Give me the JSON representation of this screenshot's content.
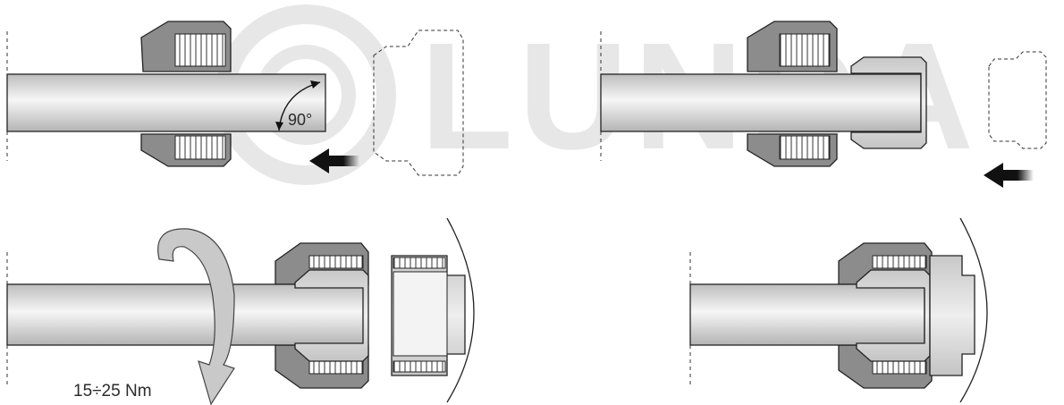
{
  "watermark": {
    "text": "LUNDA",
    "color": "#d9d9d9"
  },
  "panels": [
    {
      "id": "step-1",
      "labels": {
        "angle": "90°"
      }
    },
    {
      "id": "step-2"
    },
    {
      "id": "step-3",
      "labels": {
        "torque": "15÷25 Nm"
      }
    },
    {
      "id": "step-4"
    }
  ],
  "colors": {
    "pipe_light": "#f4f4f4",
    "pipe_dark": "#bdbdbd",
    "nut": "#8c8c8c",
    "ring": "#d3d3d3",
    "arrow": "#111111",
    "outline": "#222222"
  }
}
